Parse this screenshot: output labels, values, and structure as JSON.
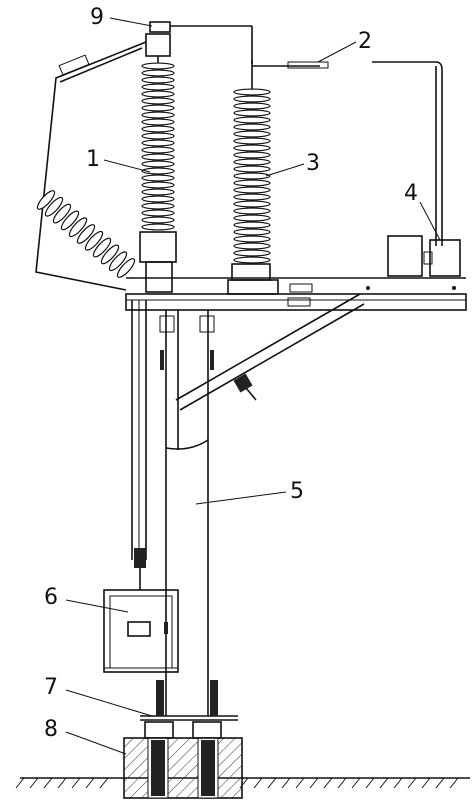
{
  "figure": {
    "labels": [
      {
        "id": "label-9",
        "text": "9"
      },
      {
        "id": "label-2",
        "text": "2"
      },
      {
        "id": "label-1",
        "text": "1"
      },
      {
        "id": "label-3",
        "text": "3"
      },
      {
        "id": "label-4",
        "text": "4"
      },
      {
        "id": "label-5",
        "text": "5"
      },
      {
        "id": "label-6",
        "text": "6"
      },
      {
        "id": "label-7",
        "text": "7"
      },
      {
        "id": "label-8",
        "text": "8"
      }
    ]
  }
}
